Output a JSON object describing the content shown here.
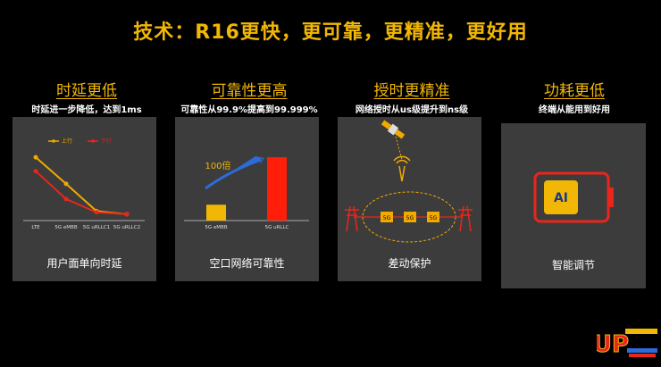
{
  "title": "技术：R16更快，更可靠，更精准，更好用",
  "columns": [
    {
      "heading": "时延更低",
      "subtitle": "时延进一步降低，达到1ms",
      "caption": "用户面单向时延"
    },
    {
      "heading": "可靠性更高",
      "subtitle": "可靠性从99.9%提高到99.999%",
      "caption": "空口网络可靠性"
    },
    {
      "heading": "授时更精准",
      "subtitle": "网络授时从us级提升到ns级",
      "caption": "差动保护"
    },
    {
      "heading": "功耗更低",
      "subtitle": "终端从能用到好用",
      "caption": "智能调节"
    }
  ],
  "chart_data": [
    {
      "type": "line",
      "categories": [
        "LTE",
        "5G eMBB",
        "5G uRLLC1",
        "5G uRLLC2"
      ],
      "series": [
        {
          "name": "上行",
          "values": [
            10,
            5.8,
            1.5,
            1.0
          ],
          "color": "#f2a900"
        },
        {
          "name": "下行",
          "values": [
            7.8,
            3.4,
            1.3,
            1.0
          ],
          "color": "#e8261c"
        }
      ]
    },
    {
      "type": "bar",
      "categories": [
        "5G eMBB",
        "5G uRLLC"
      ],
      "values": [
        1,
        4
      ],
      "colors": [
        "#f2b705",
        "#ff1e0a"
      ],
      "annotation": "100倍"
    }
  ],
  "sync_labels": [
    "5G",
    "5G",
    "5G"
  ],
  "battery_label": "AI",
  "logo_text": "UP"
}
